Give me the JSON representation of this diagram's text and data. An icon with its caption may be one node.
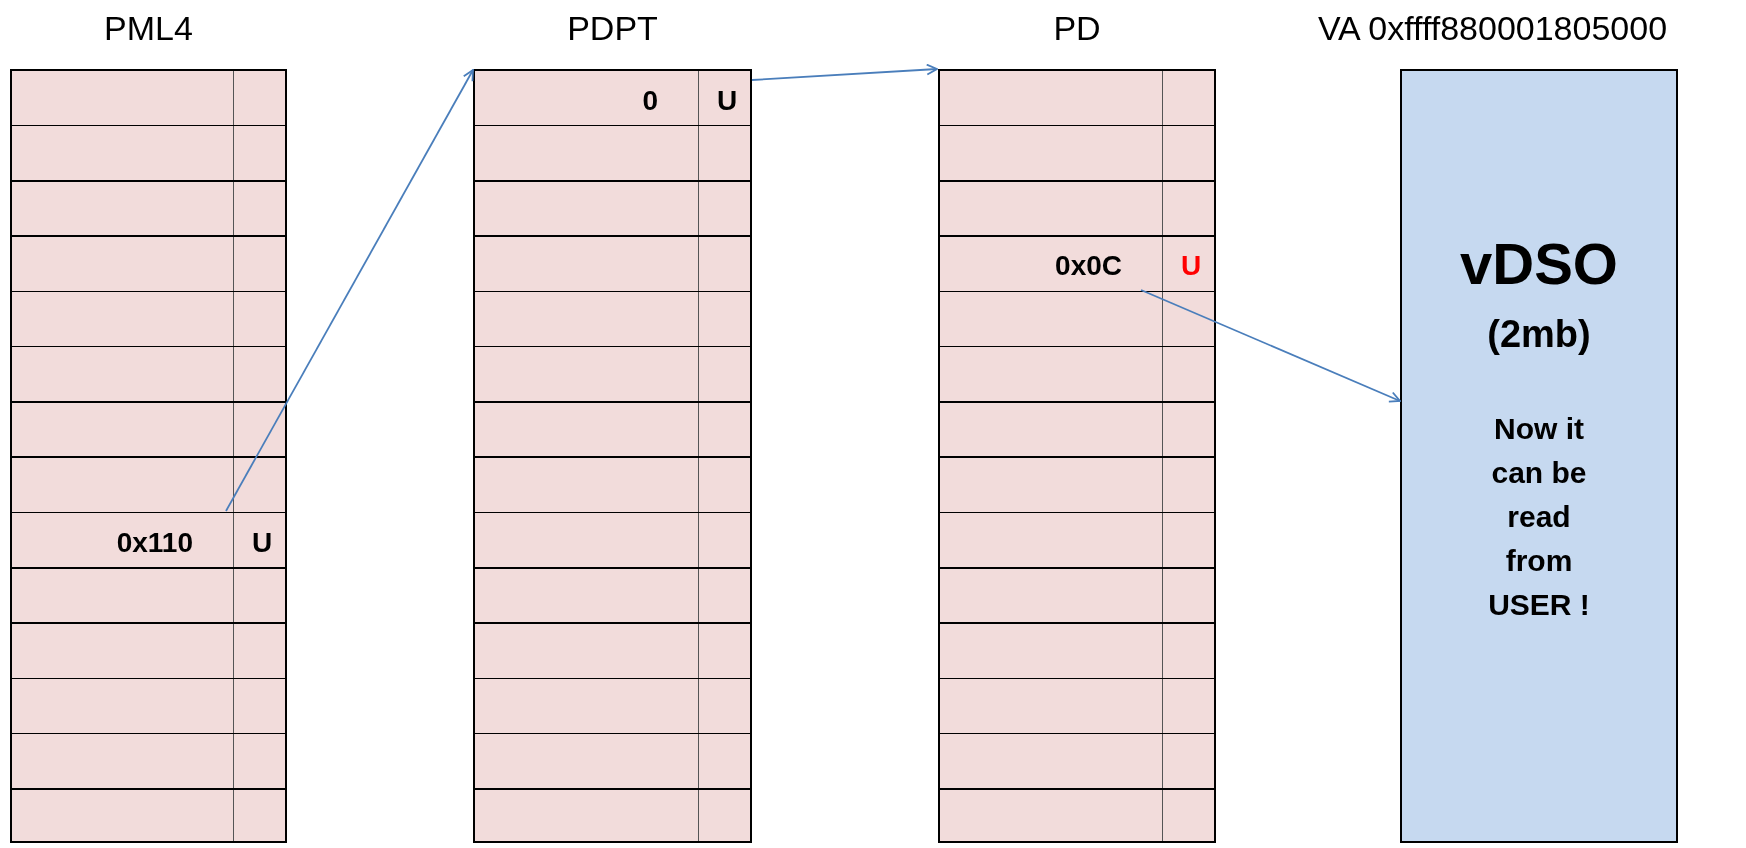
{
  "diagram": {
    "nodes": [
      {
        "text": [
          "PML4"
        ]
      },
      {
        "text": [
          "0x110",
          "U"
        ],
        "in": 0
      },
      {
        "text": [
          "PDPT"
        ]
      },
      {
        "text": [
          "0",
          "U"
        ],
        "in": 2
      },
      {
        "text": [
          "PD"
        ]
      },
      {
        "text": [
          "0x0C",
          "U"
        ],
        "in": 4
      },
      {
        "text": [
          "VA 0xffff880001805000",
          "vDSO",
          "(2mb)",
          "Now it can be read from USER !"
        ]
      }
    ],
    "edges": [
      {
        "from": 1,
        "to": 2,
        "arrow": "to"
      },
      {
        "from": 3,
        "to": 4,
        "arrow": "to"
      },
      {
        "from": 5,
        "to": 6,
        "arrow": "to"
      }
    ]
  }
}
